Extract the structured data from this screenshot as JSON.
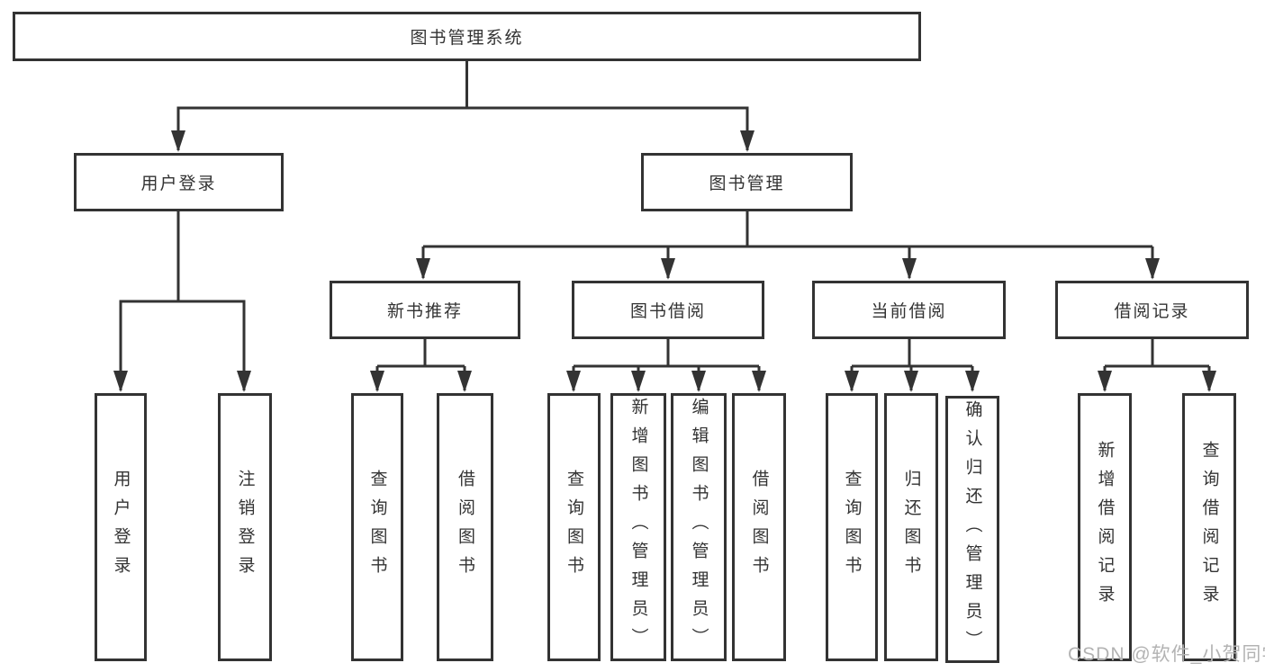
{
  "tree": {
    "root": "图书管理系统",
    "login": {
      "label": "用户登录",
      "leaves": [
        "用户登录",
        "注销登录"
      ]
    },
    "management": {
      "label": "图书管理",
      "groups": [
        {
          "label": "新书推荐",
          "leaves": [
            "查询图书",
            "借阅图书"
          ]
        },
        {
          "label": "图书借阅",
          "leaves": [
            "查询图书",
            "新增图书（管理员）",
            "编辑图书（管理员）",
            "借阅图书"
          ]
        },
        {
          "label": "当前借阅",
          "leaves": [
            "查询图书",
            "归还图书",
            "确认归还（管理员）"
          ]
        },
        {
          "label": "借阅记录",
          "leaves": [
            "新增借阅记录",
            "查询借阅记录"
          ]
        }
      ]
    }
  },
  "watermark": "CSDN @软件_小贺同学",
  "colors": {
    "line": "#333333",
    "text": "#333333",
    "background": "#ffffff",
    "watermark": "#b3b3b3"
  }
}
